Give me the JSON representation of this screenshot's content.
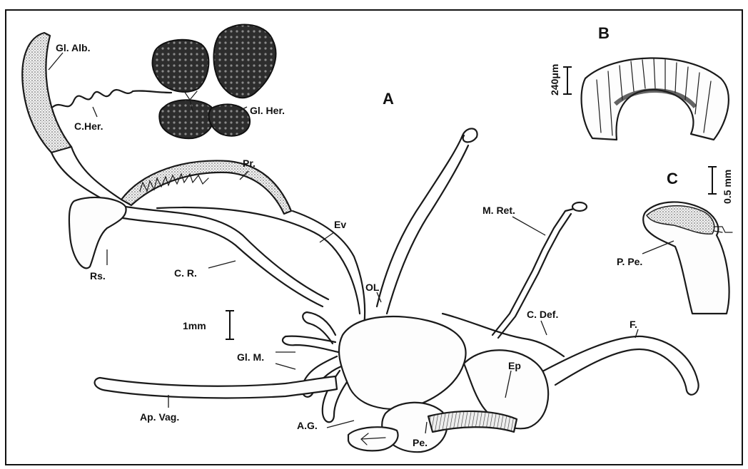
{
  "figure": {
    "panel_labels": {
      "a": "A",
      "b": "B",
      "c": "C"
    },
    "labels": {
      "gl_alb": "Gl. Alb.",
      "c_her": "C.Her.",
      "gl_her": "Gl. Her.",
      "pr": "Pr.",
      "ev": "Ev",
      "rs": "Rs.",
      "c_r": "C. R.",
      "ol": "OL",
      "m_ret": "M. Ret.",
      "c_def": "C. Def.",
      "f": "F.",
      "ep": "Ep",
      "gl_m": "Gl. M.",
      "ap_vag": "Ap. Vag.",
      "a_g": "A.G.",
      "pe": "Pe.",
      "p_pe": "P. Pe."
    },
    "scale_bars": {
      "main": "1mm",
      "b": "240μm",
      "c": "0.5 mm"
    }
  }
}
